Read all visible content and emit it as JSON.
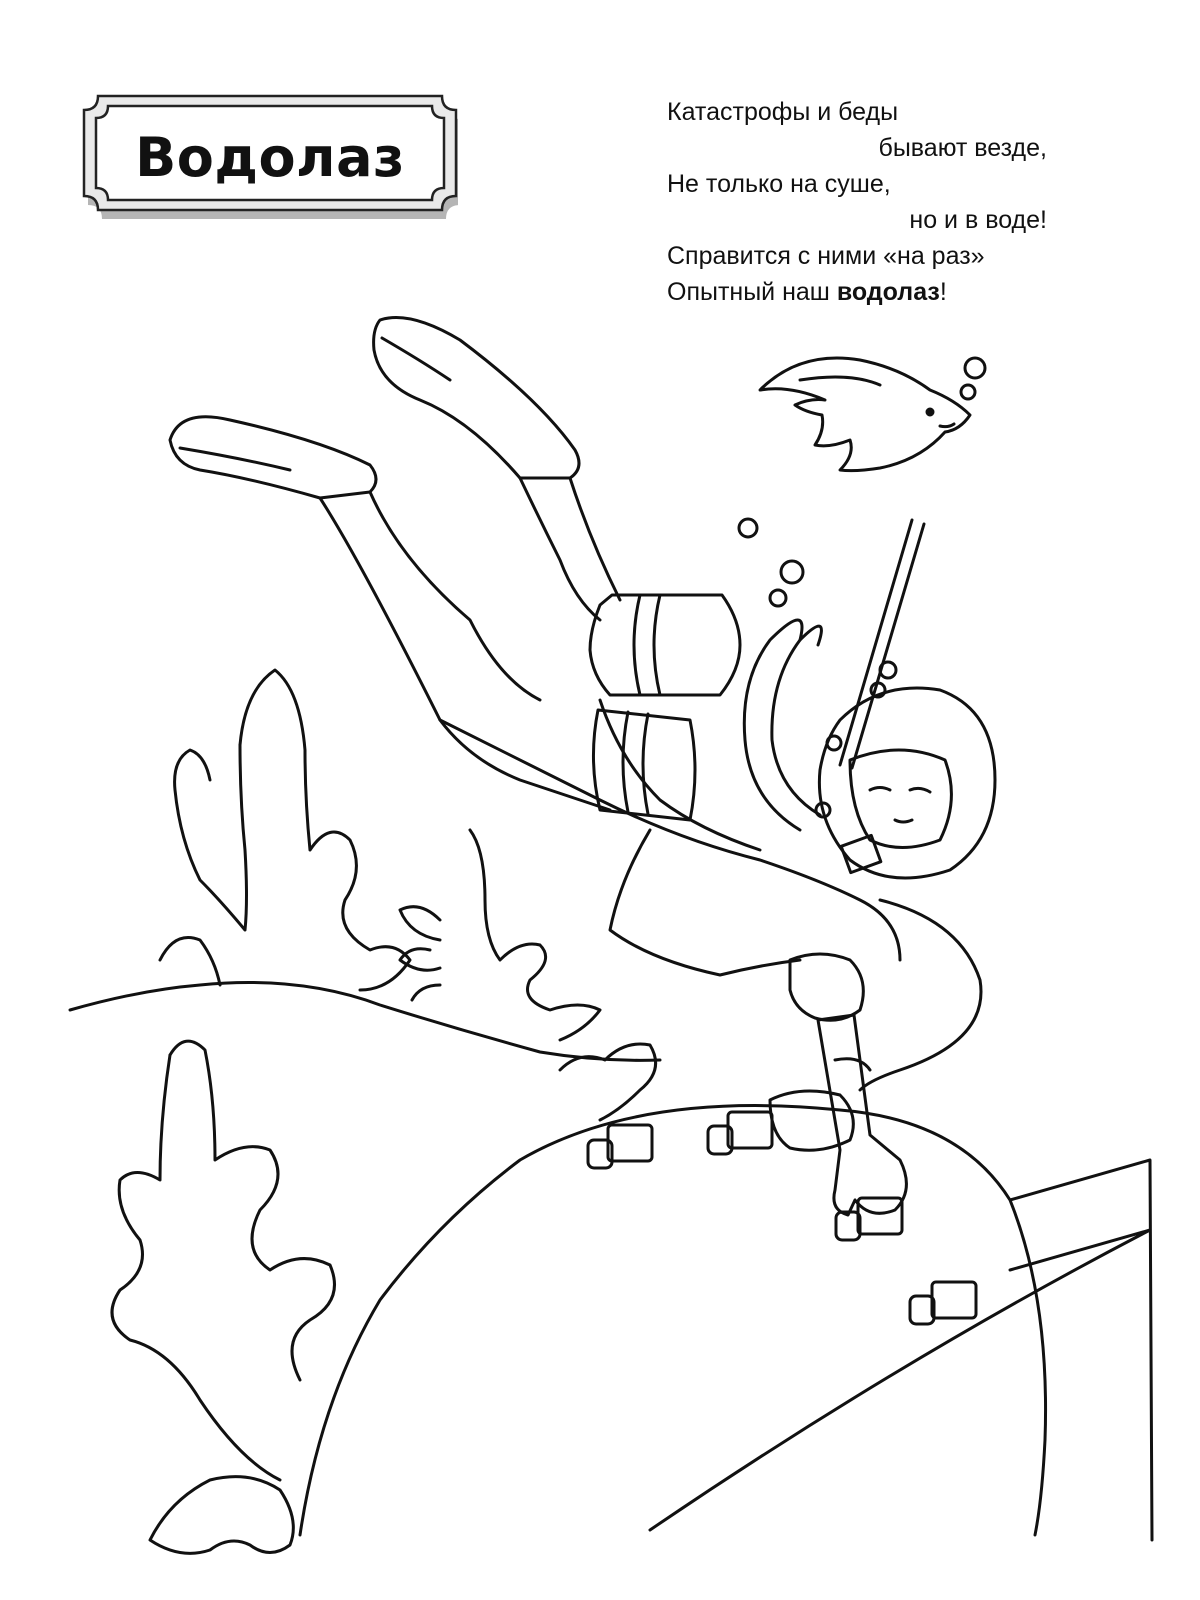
{
  "title": "Водолаз",
  "poem": {
    "line1": "Катастрофы и беды",
    "line2": "бывают везде,",
    "line3": "Не только на суше,",
    "line4": "но и в воде!",
    "line5": "Справится с ними «на раз»",
    "line6_prefix": "Опытный наш ",
    "line6_bold": "водолаз",
    "line6_suffix": "!"
  },
  "colors": {
    "ink": "#111111",
    "plaque_shadow": "#9a9a9a",
    "background": "#ffffff"
  }
}
